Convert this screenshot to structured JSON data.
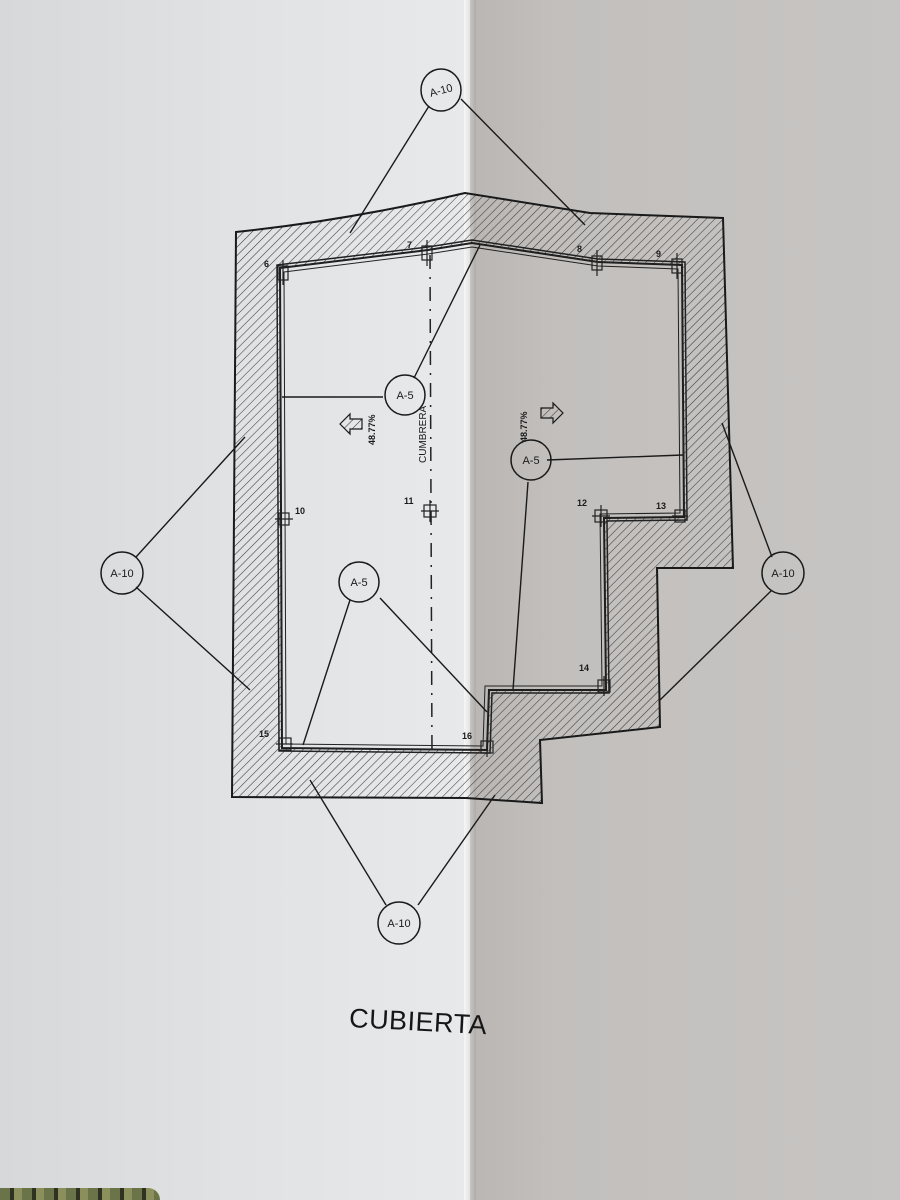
{
  "drawing": {
    "title": "CUBIERTA",
    "colors": {
      "paper_left": "#e0e2e4",
      "paper_right": "#c2bfbd",
      "ink": "#1a1a1a"
    },
    "callouts": [
      {
        "id": "a10-top",
        "label": "A-10"
      },
      {
        "id": "a10-left",
        "label": "A-10"
      },
      {
        "id": "a10-right",
        "label": "A-10"
      },
      {
        "id": "a10-bottom",
        "label": "A-10"
      },
      {
        "id": "a5-center",
        "label": "A-5"
      },
      {
        "id": "a5-right",
        "label": "A-5"
      },
      {
        "id": "a5-lower",
        "label": "A-5"
      }
    ],
    "slopes": [
      {
        "id": "slope-left",
        "value": "48.77%",
        "direction": "left"
      },
      {
        "id": "slope-right",
        "value": "48.77%",
        "direction": "right"
      }
    ],
    "ridge_label": "CUMBRERA",
    "column_markers": [
      "6",
      "7",
      "8",
      "9",
      "10",
      "11",
      "12",
      "13",
      "14",
      "15",
      "16"
    ]
  }
}
